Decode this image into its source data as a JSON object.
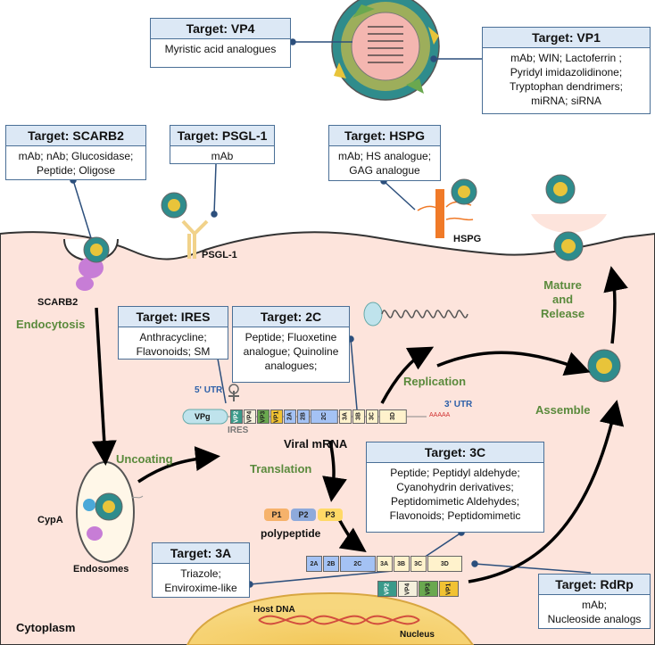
{
  "targets": {
    "vp4": {
      "title": "Target: VP4",
      "lines": [
        "Myristic acid analogues"
      ]
    },
    "vp1": {
      "title": "Target: VP1",
      "lines": [
        "mAb; WIN; Lactoferrin ;",
        "Pyridyl imidazolidinone;",
        "Tryptophan dendrimers;",
        "miRNA; siRNA"
      ]
    },
    "scarb2": {
      "title": "Target: SCARB2",
      "lines": [
        "mAb; nAb; Glucosidase;",
        "Peptide; Oligose"
      ]
    },
    "psgl1": {
      "title": "Target: PSGL-1",
      "lines": [
        "mAb"
      ]
    },
    "hspg": {
      "title": "Target: HSPG",
      "lines": [
        "mAb; HS analogue;",
        "GAG analogue"
      ]
    },
    "ires": {
      "title": "Target: IRES",
      "lines": [
        "Anthracycline;",
        "Flavonoids; SM"
      ]
    },
    "twoC": {
      "title": "Target: 2C",
      "lines": [
        "Peptide; Fluoxetine",
        "analogue; Quinoline",
        "analogues;"
      ]
    },
    "threeC": {
      "title": "Target: 3C",
      "lines": [
        "Peptide; Peptidyl aldehyde;",
        "Cyanohydrin derivatives;",
        "Peptidomimetic Aldehydes;",
        "Flavonoids; Peptidomimetic"
      ]
    },
    "threeA": {
      "title": "Target: 3A",
      "lines": [
        "Triazole;",
        "Enviroxime-like"
      ]
    },
    "rdrp": {
      "title": "Target: RdRp",
      "lines": [
        "mAb;",
        "Nucleoside analogs"
      ]
    }
  },
  "labels": {
    "scarb2": "SCARB2",
    "psgl1": "PSGL-1",
    "hspg": "HSPG",
    "endosomes": "Endosomes",
    "cypa": "CypA",
    "cytoplasm": "Cytoplasm",
    "host_dna": "Host DNA",
    "nucleus": "Nucleus",
    "utr5": "5' UTR",
    "utr3": "3' UTR",
    "ires": "IRES",
    "vpg": "VPg",
    "polya": "AAAAA",
    "viral_mrna": "Viral mRNA",
    "polypeptide": "polypeptide"
  },
  "process": {
    "endocytosis": "Endocytosis",
    "uncoating": "Uncoating",
    "translation": "Translation",
    "replication": "Replication",
    "assemble": "Assemble",
    "mature": "Mature",
    "and": "and",
    "release": "Release"
  },
  "genome_segments": [
    "VP2",
    "VP4",
    "VP3",
    "VP1",
    "2A",
    "2B",
    "2C",
    "3A",
    "3B",
    "3C",
    "3D"
  ],
  "p_segments": [
    "P1",
    "P2",
    "P3"
  ],
  "processed_top": [
    "2A",
    "2B",
    "2C",
    "3A",
    "3B",
    "3C",
    "3D"
  ],
  "processed_bottom": [
    "VP2",
    "VP4",
    "VP3",
    "VP1"
  ],
  "colors": {
    "cell": "#fde4dc",
    "border": "#4a6f96",
    "header": "#dce8f5",
    "process_green": "#5a8a3c",
    "capsid_teal": "#2f8c8c",
    "capsid_yellow": "#e8c43a",
    "vp2": "#3a9a8a",
    "vp4": "#f5f0dc",
    "vp3": "#6aa84f",
    "vp1": "#f1c232",
    "p1": "#f6b26b",
    "p2": "#8eaadb",
    "p3": "#ffd966",
    "seg_2": "#a4c2f4",
    "seg_3": "#fff2cc"
  }
}
